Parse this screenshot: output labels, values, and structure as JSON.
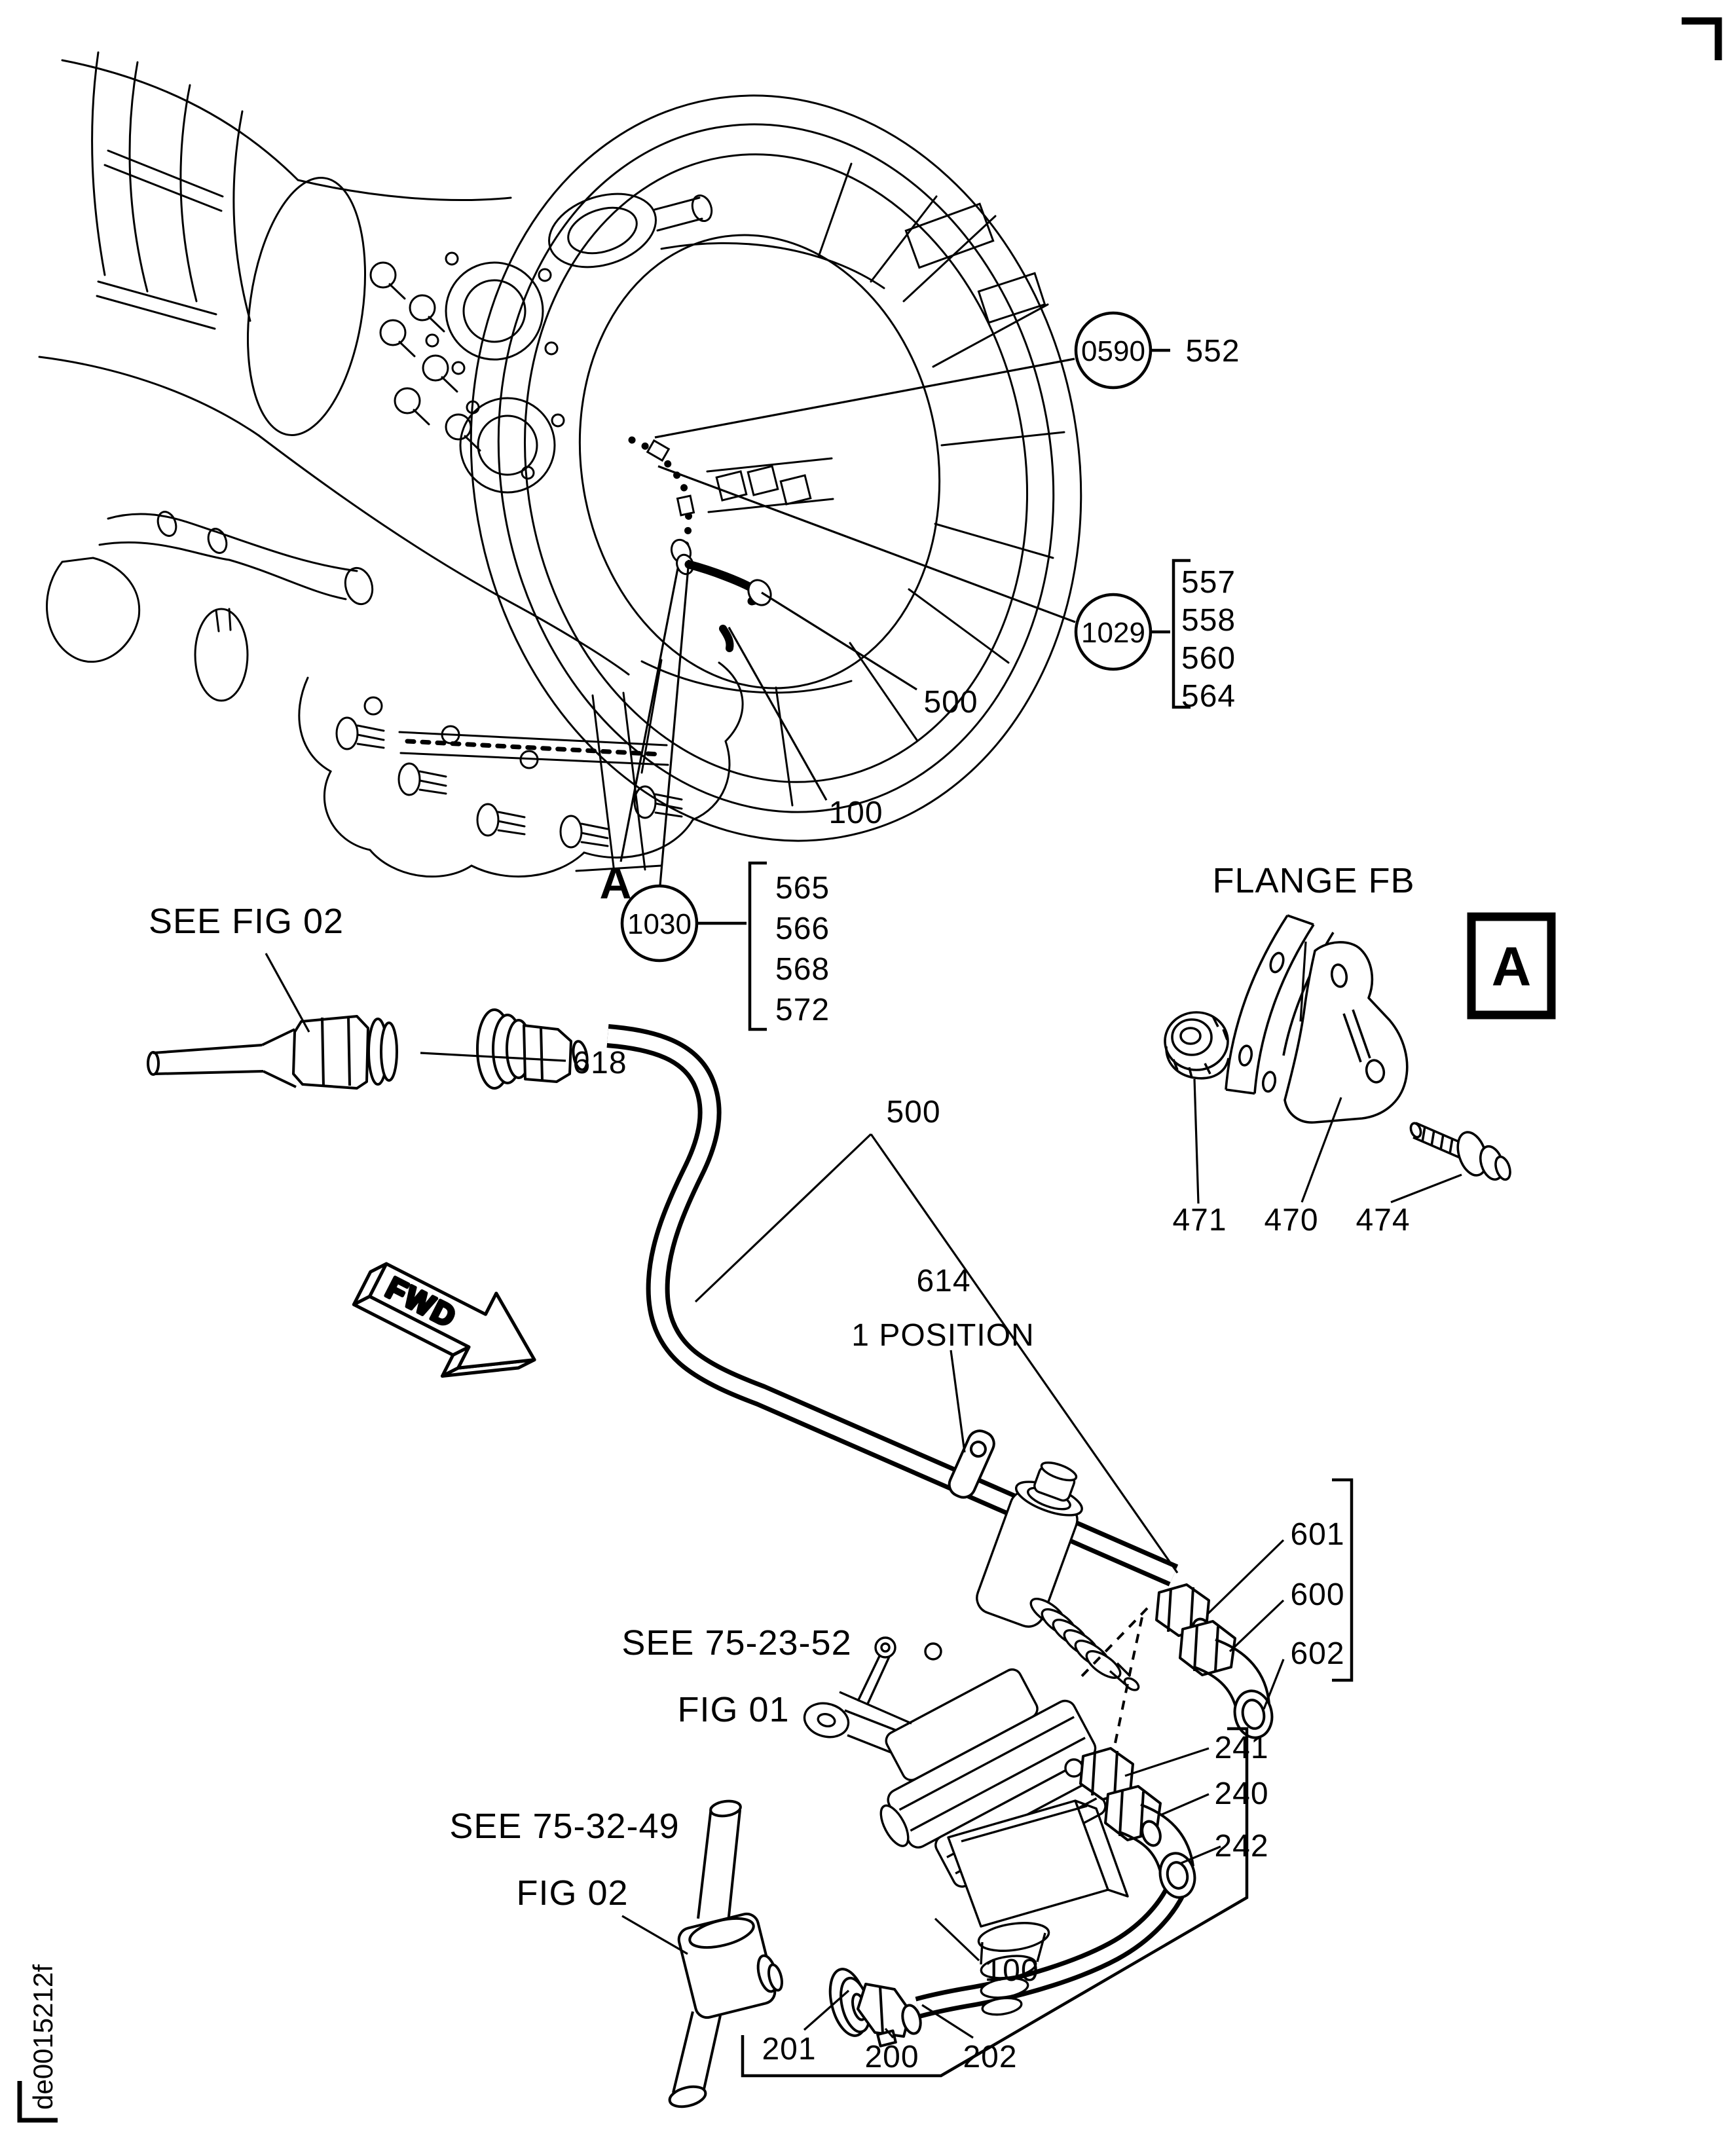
{
  "doc": {
    "code": "de0015212f"
  },
  "captions": {
    "see_fig02": "SEE FIG 02",
    "flange_fb": "FLANGE FB",
    "detail_letter": "A",
    "view_letter": "A",
    "see_752352": "SEE 75-23-52",
    "fig01": "FIG 01",
    "see_753249": "SEE 75-32-49",
    "fig02": "FIG 02",
    "fwd": "FWD",
    "position_note": "1 POSITION"
  },
  "callouts": {
    "c0590": {
      "circled": "0590",
      "number": "552"
    },
    "g1029": {
      "circled": "1029",
      "items": [
        "557",
        "558",
        "560",
        "564"
      ]
    },
    "g1030": {
      "circled": "1030",
      "items": [
        "565",
        "566",
        "568",
        "572"
      ]
    }
  },
  "labels": {
    "tube_upper_500": "500",
    "hose_upper_100": "100",
    "fitting_618": "618",
    "tube_lower_500": "500",
    "clamp_614": "614",
    "nut_601": "601",
    "union_600": "600",
    "elbow_602": "602",
    "nut_241": "241",
    "union_240": "240",
    "elbow_242": "242",
    "tube_100": "100",
    "flange_201": "201",
    "nut_200": "200",
    "fit_202": "202",
    "nut_471": "471",
    "bracket_470": "470",
    "bolt_474": "474"
  },
  "colors": {
    "ink": "#000000",
    "paper": "#ffffff"
  }
}
